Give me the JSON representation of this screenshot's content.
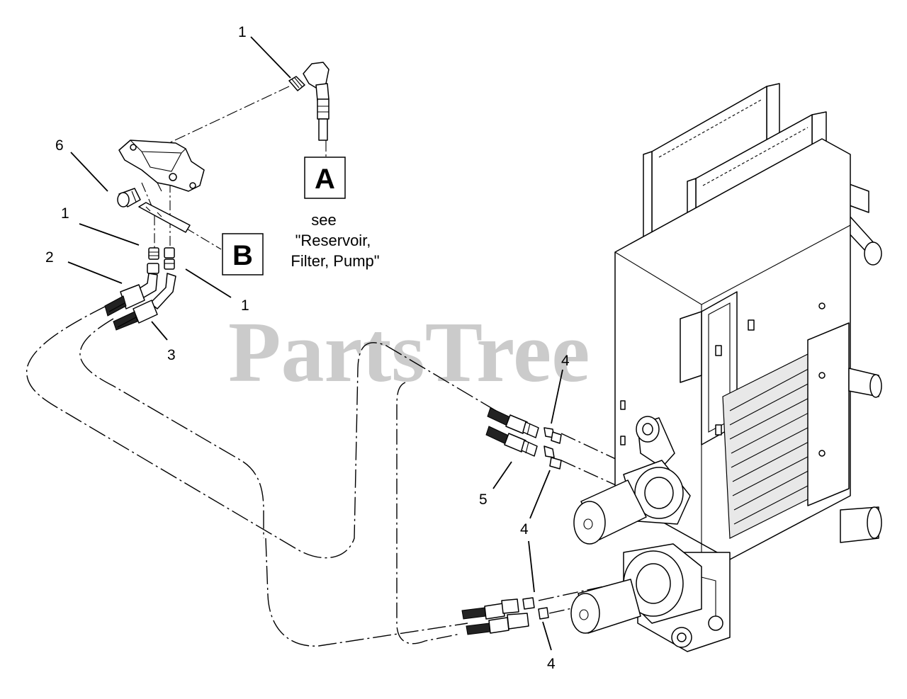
{
  "watermark": "PartsTree",
  "callouts": {
    "c1_top": "1",
    "c6": "6",
    "c1_left": "1",
    "c2": "2",
    "c1_right": "1",
    "c3": "3",
    "c4_top": "4",
    "c5": "5",
    "c4_mid": "4",
    "c4_bottom": "4"
  },
  "refs": {
    "a_label": "A",
    "b_label": "B",
    "a_note": [
      "see",
      "\"Reservoir,",
      "Filter, Pump\""
    ]
  }
}
